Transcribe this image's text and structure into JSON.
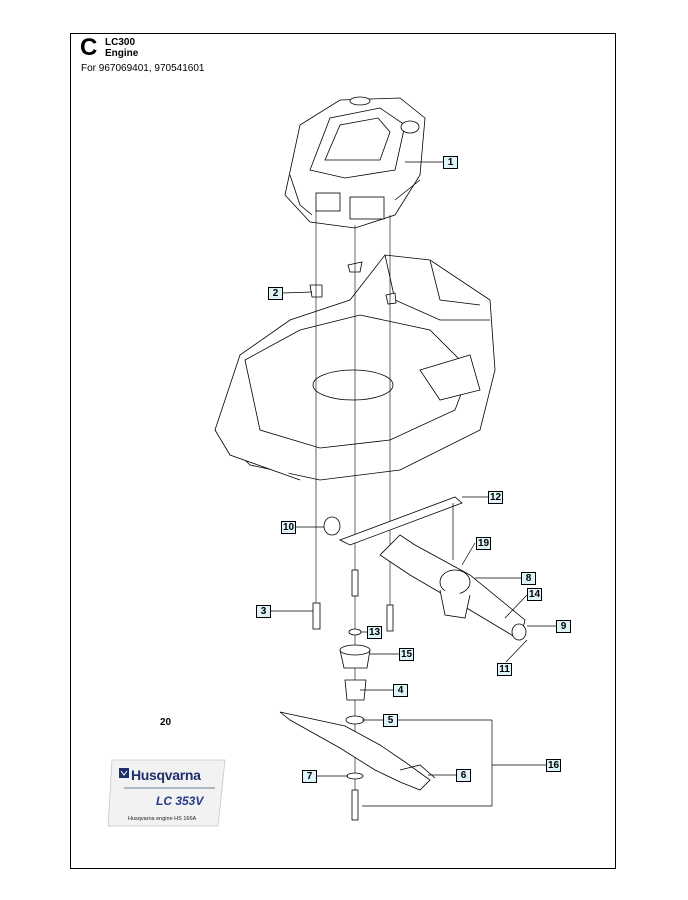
{
  "header": {
    "section_letter": "C",
    "model": "LC300",
    "title": "Engine",
    "applies_to": "For 967069401, 970541601"
  },
  "callouts": [
    "1",
    "2",
    "3",
    "4",
    "5",
    "6",
    "7",
    "8",
    "9",
    "10",
    "11",
    "12",
    "13",
    "14",
    "15",
    "16",
    "19"
  ],
  "item_20_label": "20",
  "decal": {
    "brand": "Husqvarna",
    "model": "LC 353V",
    "note": "Husqvarna engine HS 166A"
  },
  "colors": {
    "callout_fill": "#dff4f8",
    "line": "#000000",
    "brand_blue": "#1f2f6b"
  }
}
